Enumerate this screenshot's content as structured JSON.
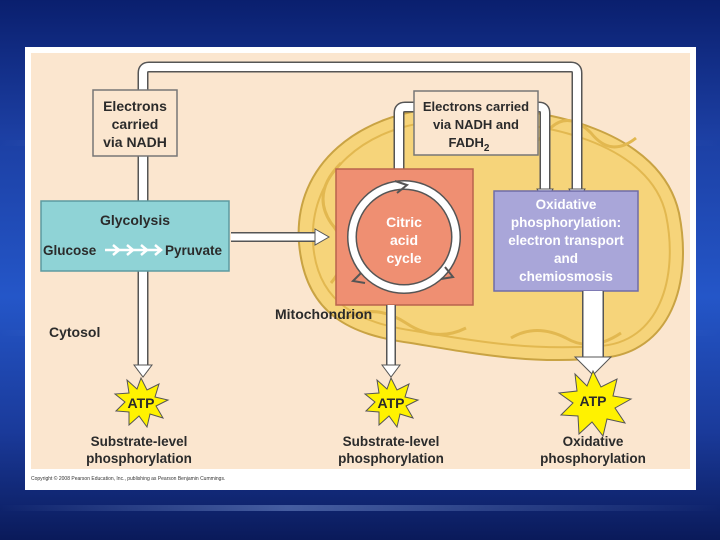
{
  "diagram": {
    "electrons_nadh": [
      "Electrons",
      "carried",
      "via NADH"
    ],
    "electrons_nadh_fadh2": [
      "Electrons carried",
      "via NADH and"
    ],
    "fadh_base": "FADH",
    "fadh_sub": "2",
    "glycolysis_title": "Glycolysis",
    "glucose": "Glucose",
    "pyruvate": "Pyruvate",
    "citric": [
      "Citric",
      "acid",
      "cycle"
    ],
    "oxidative_box": [
      "Oxidative",
      "phosphorylation:",
      "electron transport",
      "and",
      "chemiosmosis"
    ],
    "cytosol": "Cytosol",
    "mitochondrion": "Mitochondrion",
    "atp": "ATP",
    "bottom1": [
      "Substrate-level",
      "phosphorylation"
    ],
    "bottom2": [
      "Substrate-level",
      "phosphorylation"
    ],
    "bottom3": [
      "Oxidative",
      "phosphorylation"
    ],
    "copyright": "Copyright © 2008 Pearson Education, Inc., publishing as Pearson Benjamin Cummings."
  },
  "colors": {
    "panel": "#fbe6cf",
    "mito": "#f6d47a",
    "cristae": "#e2b850",
    "glyco_box": "#8fd3d6",
    "citric_box": "#ef8f72",
    "oxid_box": "#a9a6d9",
    "electron_box": "#fbe6cf",
    "atp_star": "#fff200"
  }
}
